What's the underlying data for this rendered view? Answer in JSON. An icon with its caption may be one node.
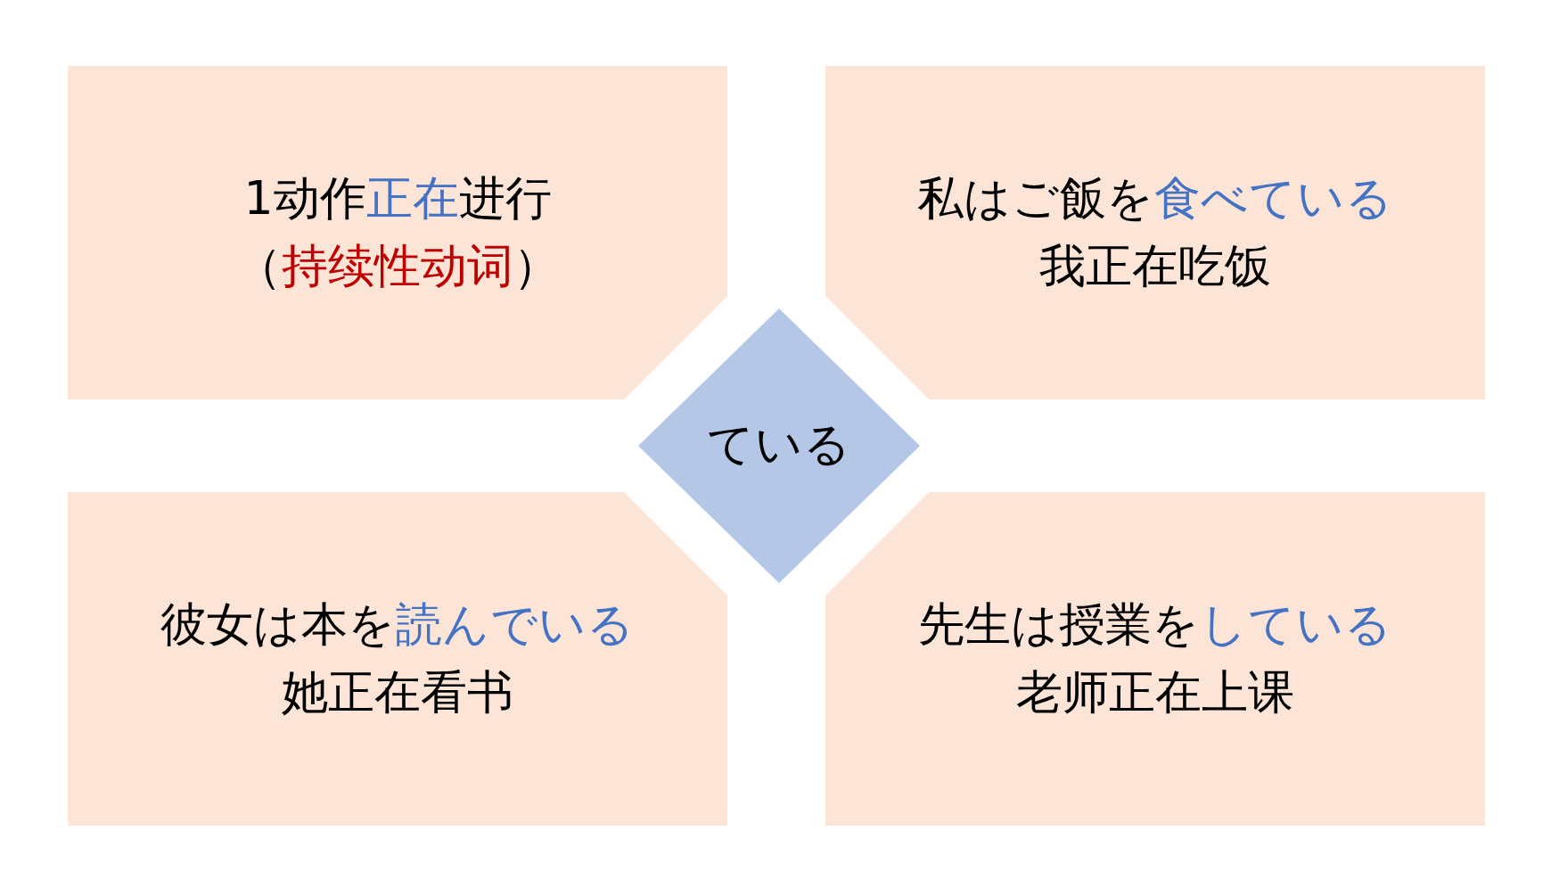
{
  "diagram": {
    "nodes": [
      {
        "text": [
          "1动作**正在**进行",
          "（**持续性动词**）"
        ]
      },
      {
        "text": [
          "私はご飯を**食べている**",
          "我正在吃饭"
        ]
      },
      {
        "text": [
          "彼女は本を**読んでいる**",
          "她正在看书"
        ]
      },
      {
        "text": [
          "先生は授業を**している**",
          "老师正在上课"
        ]
      },
      {
        "text": [
          "ている"
        ]
      }
    ]
  }
}
